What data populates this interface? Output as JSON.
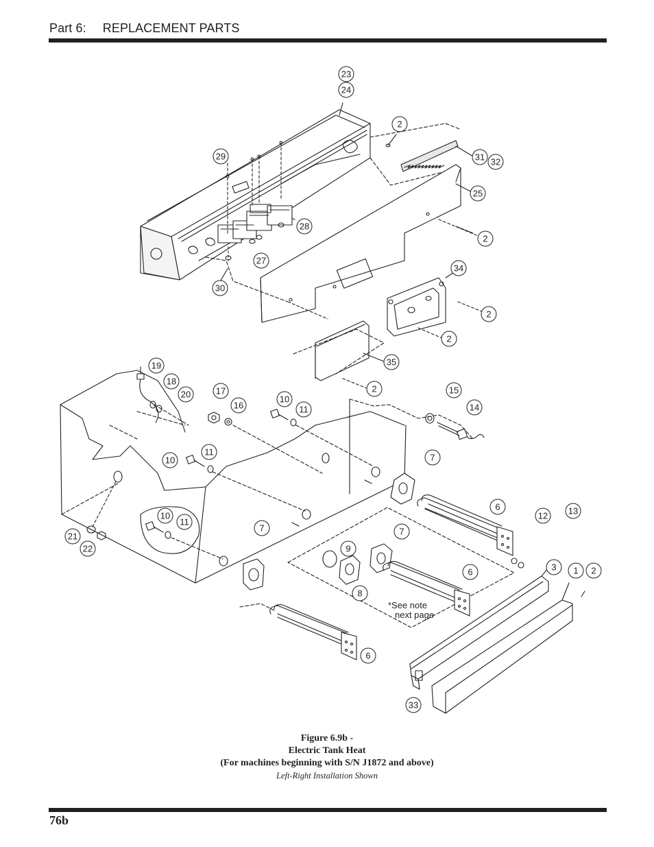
{
  "header": {
    "section_label": "Part 6:",
    "section_title": "REPLACEMENT PARTS"
  },
  "callouts": [
    {
      "id": "c23",
      "label": "23"
    },
    {
      "id": "c24",
      "label": "24"
    },
    {
      "id": "c2a",
      "label": "2"
    },
    {
      "id": "c31",
      "label": "31"
    },
    {
      "id": "c32",
      "label": "32"
    },
    {
      "id": "c29",
      "label": "29"
    },
    {
      "id": "c25",
      "label": "25"
    },
    {
      "id": "c28",
      "label": "28"
    },
    {
      "id": "c2b",
      "label": "2"
    },
    {
      "id": "c27",
      "label": "27"
    },
    {
      "id": "c34",
      "label": "34"
    },
    {
      "id": "c30",
      "label": "30"
    },
    {
      "id": "c2c",
      "label": "2"
    },
    {
      "id": "c2d",
      "label": "2"
    },
    {
      "id": "c35",
      "label": "35"
    },
    {
      "id": "c19",
      "label": "19"
    },
    {
      "id": "c18",
      "label": "18"
    },
    {
      "id": "c2e",
      "label": "2"
    },
    {
      "id": "c20",
      "label": "20"
    },
    {
      "id": "c17",
      "label": "17"
    },
    {
      "id": "c16",
      "label": "16"
    },
    {
      "id": "c10a",
      "label": "10"
    },
    {
      "id": "c11a",
      "label": "11"
    },
    {
      "id": "c15",
      "label": "15"
    },
    {
      "id": "c14",
      "label": "14"
    },
    {
      "id": "c11b",
      "label": "11"
    },
    {
      "id": "c10b",
      "label": "10"
    },
    {
      "id": "c7a",
      "label": "7"
    },
    {
      "id": "c6a",
      "label": "6"
    },
    {
      "id": "c13",
      "label": "13"
    },
    {
      "id": "c12",
      "label": "12"
    },
    {
      "id": "c10c",
      "label": "10"
    },
    {
      "id": "c11c",
      "label": "11"
    },
    {
      "id": "c7b",
      "label": "7"
    },
    {
      "id": "c7c",
      "label": "7"
    },
    {
      "id": "c21",
      "label": "21"
    },
    {
      "id": "c22",
      "label": "22"
    },
    {
      "id": "c9",
      "label": "9"
    },
    {
      "id": "c3",
      "label": "3"
    },
    {
      "id": "c1",
      "label": "1"
    },
    {
      "id": "c2f",
      "label": "2"
    },
    {
      "id": "c6b",
      "label": "6"
    },
    {
      "id": "c8",
      "label": "8"
    },
    {
      "id": "c6c",
      "label": "6"
    },
    {
      "id": "c33",
      "label": "33"
    }
  ],
  "note": {
    "line1": "*See note",
    "line2": "next page"
  },
  "caption": {
    "figure": "Figure 6.9b -",
    "title": "Electric Tank Heat",
    "subtitle": "(For machines beginning with S/N J1872 and above)",
    "italic_note": "Left-Right Installation Shown"
  },
  "footer": {
    "page_number": "76b"
  }
}
